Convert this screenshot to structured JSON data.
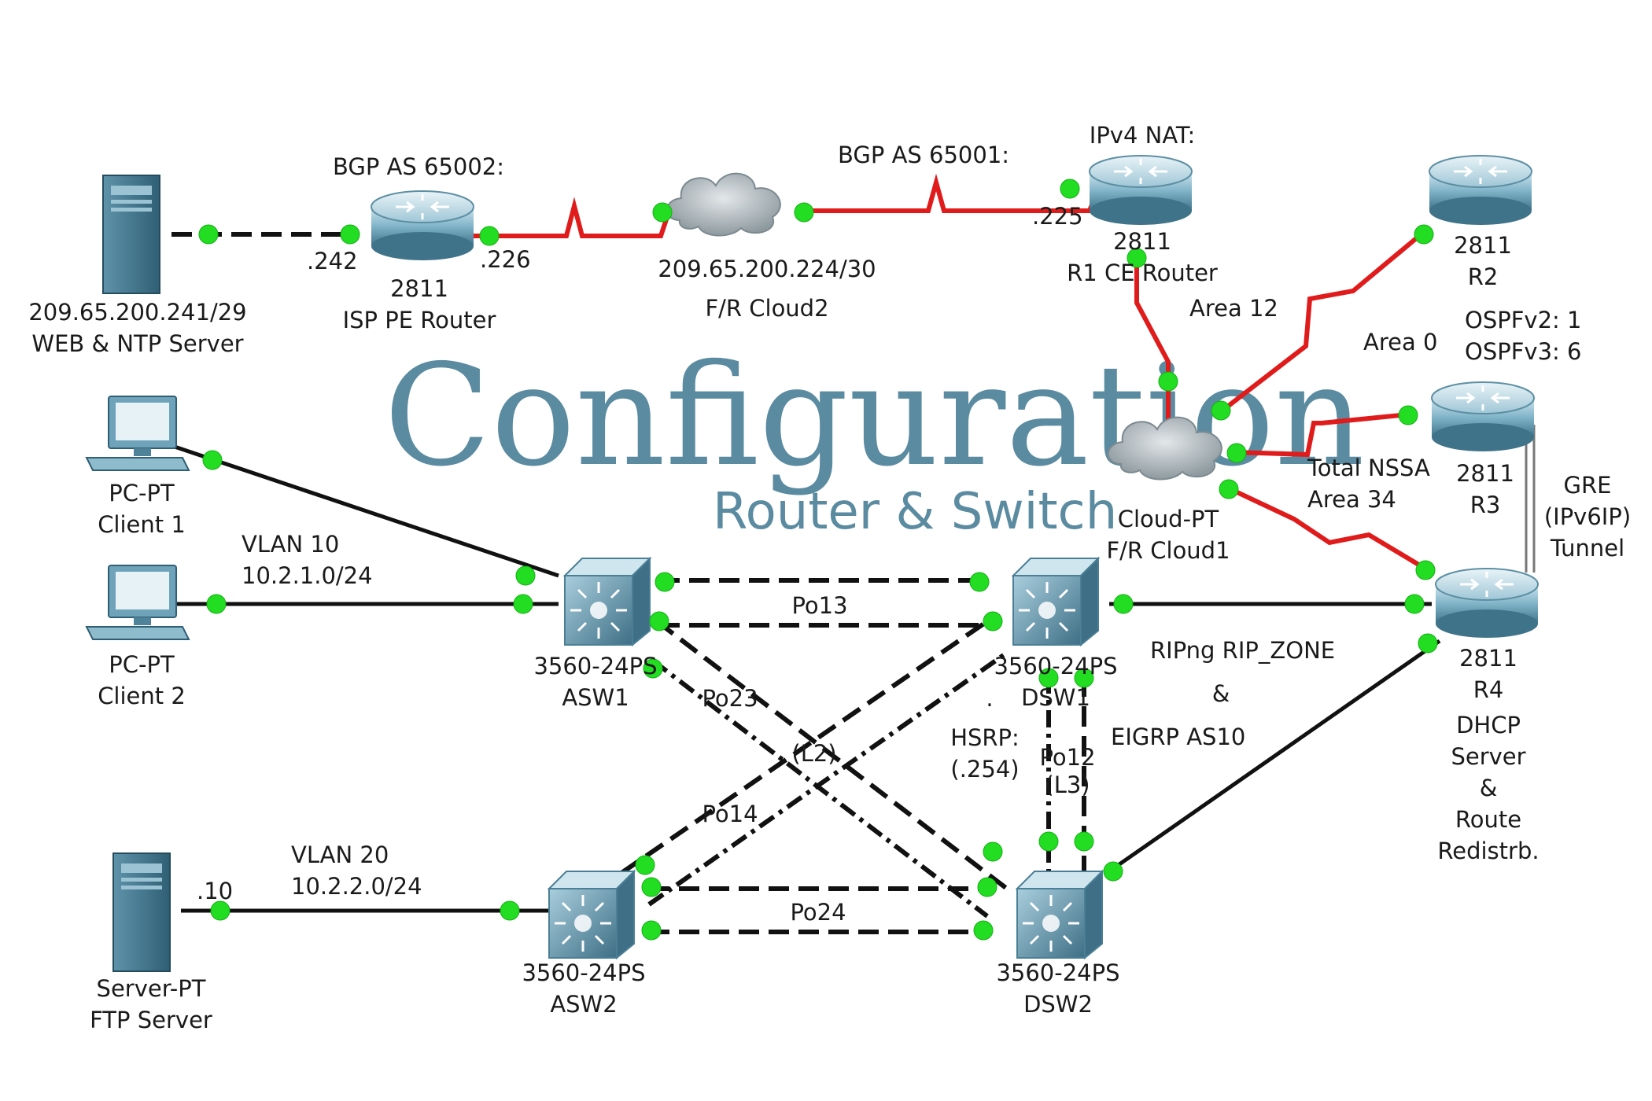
{
  "colors": {
    "title": "#5b8ba0",
    "wan_link": "#e01b1b",
    "lan_link": "#111111",
    "port": "#22dd22",
    "device": "#7fb3c8"
  },
  "title": {
    "main": "Configuration",
    "sub": "Router & Switch"
  },
  "devices": {
    "web_server": {
      "icon": "server-icon",
      "line1": "209.65.200.241/29",
      "line2": "WEB & NTP Server"
    },
    "isp_router": {
      "icon": "router-icon",
      "top": "BGP AS 65002:",
      "line1": "2811",
      "line2": "ISP PE Router"
    },
    "cloud2": {
      "icon": "cloud-icon",
      "line1": "209.65.200.224/30",
      "line2": "F/R Cloud2"
    },
    "r1": {
      "icon": "router-icon",
      "top": "IPv4 NAT:",
      "line1": "2811",
      "line2": "R1 CE Router"
    },
    "r2": {
      "icon": "router-icon",
      "line1": "2811",
      "line2": "R2"
    },
    "r3": {
      "icon": "router-icon",
      "line1": "2811",
      "line2": "R3"
    },
    "r4": {
      "icon": "router-icon",
      "line1": "2811",
      "line2": "R4"
    },
    "cloud1": {
      "icon": "cloud-icon",
      "line1": "Cloud-PT",
      "line2": "F/R Cloud1"
    },
    "client1": {
      "icon": "pc-icon",
      "line1": "PC-PT",
      "line2": "Client 1"
    },
    "client2": {
      "icon": "pc-icon",
      "line1": "PC-PT",
      "line2": "Client 2"
    },
    "asw1": {
      "icon": "switch-icon",
      "line1": "3560-24PS",
      "line2": "ASW1"
    },
    "dsw1": {
      "icon": "switch-icon",
      "line1": "3560-24PS",
      "line2": "DSW1"
    },
    "asw2": {
      "icon": "switch-icon",
      "line1": "3560-24PS",
      "line2": "ASW2"
    },
    "dsw2": {
      "icon": "switch-icon",
      "line1": "3560-24PS",
      "line2": "DSW2"
    },
    "ftp_server": {
      "icon": "server-icon",
      "line1": "Server-PT",
      "line2": "FTP Server"
    }
  },
  "labels": {
    "bgp_65001": "BGP AS 65001:",
    "ip_242": ".242",
    "ip_226": ".226",
    "ip_225": ".225",
    "ip_10": ".10",
    "area12": "Area 12",
    "area0": "Area 0",
    "ospfv2": "OSPFv2: 1",
    "ospfv3": "OSPFv3: 6",
    "nssa1": "Total NSSA",
    "nssa2": "Area 34",
    "gre1": "GRE",
    "gre2": "(IPv6IP)",
    "gre3": "Tunnel",
    "vlan10_1": "VLAN 10",
    "vlan10_2": "10.2.1.0/24",
    "vlan20_1": "VLAN 20",
    "vlan20_2": "10.2.2.0/24",
    "po13": "Po13",
    "po23": "Po23",
    "po14": "Po14",
    "po24": "Po24",
    "l2": "(L2)",
    "po12": "Po12",
    "l3": "(L3)",
    "hsrp1": "HSRP:",
    "hsrp2": "(.254)",
    "dot": ".",
    "ripng": "RIPng RIP_ZONE",
    "amp": "&",
    "eigrp": "EIGRP AS10",
    "dhcp1": "DHCP",
    "dhcp2": "Server",
    "dhcp3": "&",
    "dhcp4": "Route",
    "dhcp5": "Redistrb."
  }
}
